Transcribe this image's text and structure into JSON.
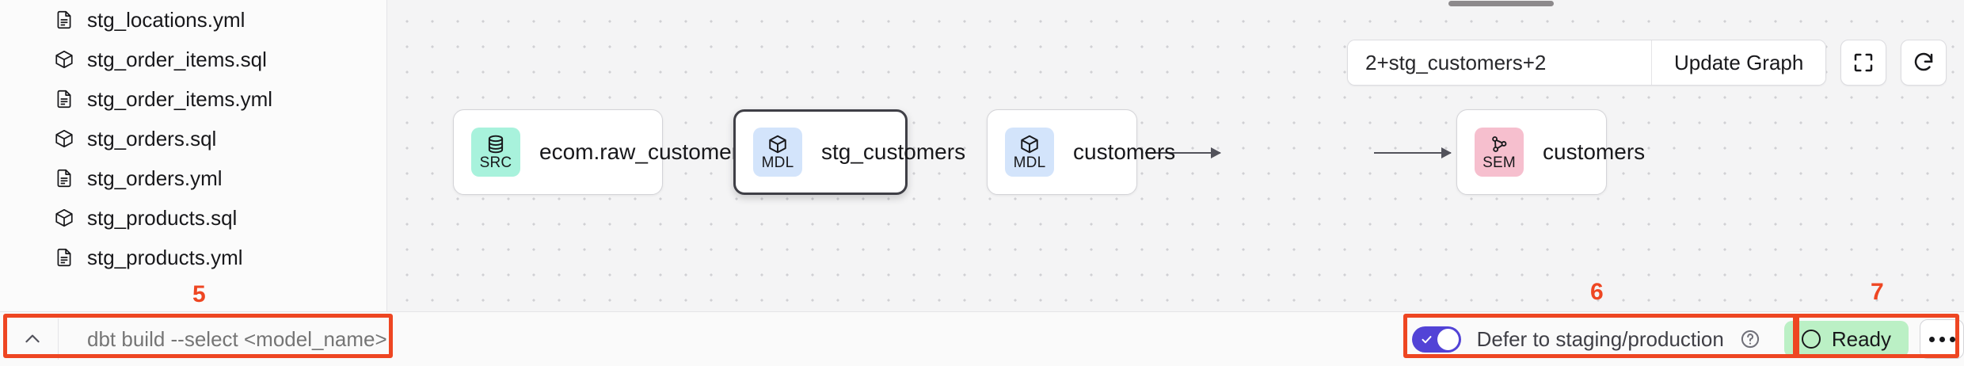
{
  "sidebar": {
    "files": [
      {
        "name": "stg_locations.yml",
        "icon": "file-yaml-icon",
        "type": "yml"
      },
      {
        "name": "stg_order_items.sql",
        "icon": "cube-sql-icon",
        "type": "sql"
      },
      {
        "name": "stg_order_items.yml",
        "icon": "file-yaml-icon",
        "type": "yml"
      },
      {
        "name": "stg_orders.sql",
        "icon": "cube-sql-icon",
        "type": "sql"
      },
      {
        "name": "stg_orders.yml",
        "icon": "file-yaml-icon",
        "type": "yml"
      },
      {
        "name": "stg_products.sql",
        "icon": "cube-sql-icon",
        "type": "sql"
      },
      {
        "name": "stg_products.yml",
        "icon": "file-yaml-icon",
        "type": "yml"
      }
    ]
  },
  "graph": {
    "toolbar": {
      "selector_value": "2+stg_customers+2",
      "selector_placeholder": "2+stg_customers+2",
      "update_button": "Update Graph",
      "fullscreen_icon": "fullscreen-icon",
      "refresh_icon": "refresh-icon"
    },
    "nodes": [
      {
        "label": "ecom.raw_customers",
        "abbr": "SRC",
        "icon": "database-icon",
        "color": "#a8f2dc",
        "selected": false
      },
      {
        "label": "stg_customers",
        "abbr": "MDL",
        "icon": "cube-icon",
        "color": "#d3e4fb",
        "selected": true
      },
      {
        "label": "customers",
        "abbr": "MDL",
        "icon": "cube-icon",
        "color": "#d3e4fb",
        "selected": false
      },
      {
        "label": "customers",
        "abbr": "SEM",
        "icon": "semantic-graph-icon",
        "color": "#f6bfce",
        "selected": false
      }
    ]
  },
  "bottom": {
    "collapse_icon": "chevron-up-icon",
    "command_placeholder": "dbt build --select <model_name>",
    "defer_label": "Defer to staging/production",
    "defer_enabled": true,
    "help_icon": "help-circle-icon",
    "status_label": "Ready",
    "more_icon": "more-horizontal-icon"
  },
  "annotations": [
    {
      "number": "5"
    },
    {
      "number": "6"
    },
    {
      "number": "7"
    }
  ],
  "colors": {
    "accent_toggle": "#5243d6",
    "status_bg": "#bbf0c5",
    "annotation": "#ee4622",
    "src_badge": "#a8f2dc",
    "mdl_badge": "#d3e4fb",
    "sem_badge": "#f6bfce"
  }
}
